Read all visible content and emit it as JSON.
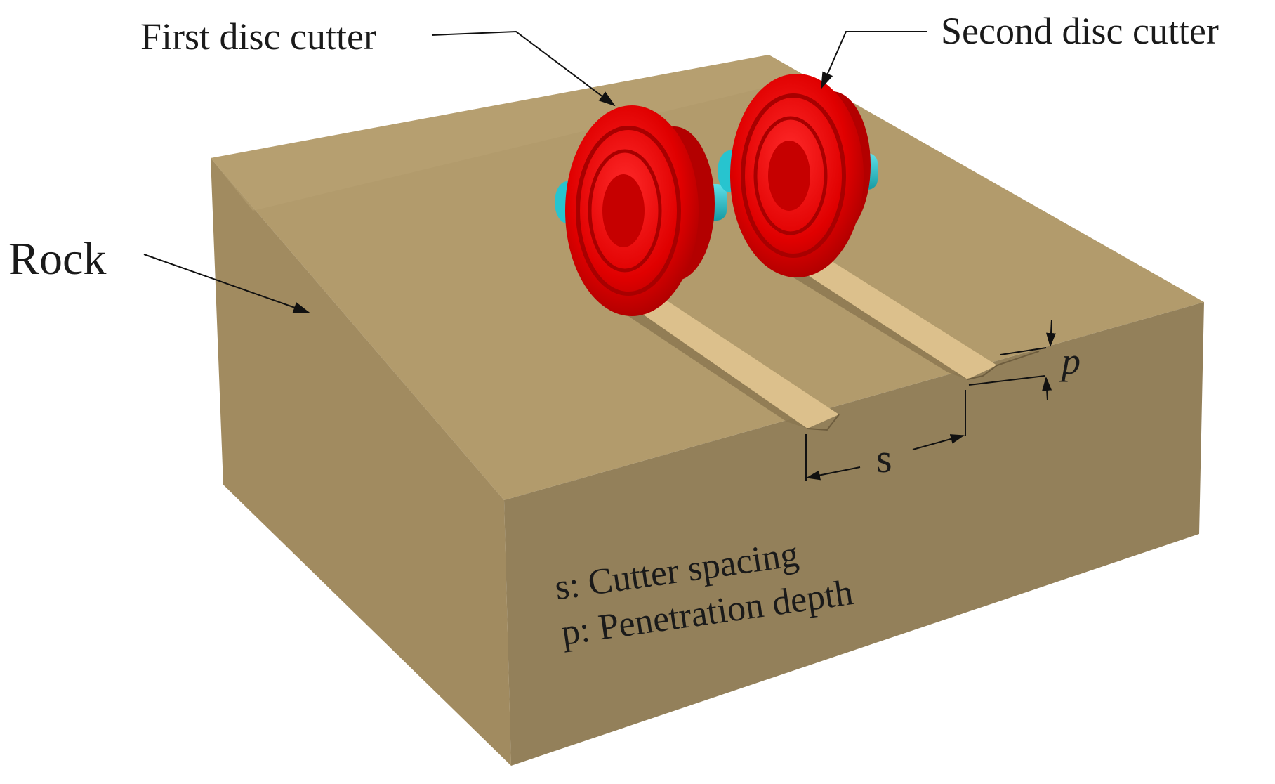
{
  "labels": {
    "first_cutter": "First disc cutter",
    "second_cutter": "Second disc cutter",
    "rock": "Rock",
    "spacing_symbol": "s",
    "penetration_symbol": "p"
  },
  "legend": {
    "line1": "s: Cutter spacing",
    "line2": "p: Penetration depth"
  },
  "colors": {
    "rock_top": "#b29b6c",
    "rock_front": "#a18b60",
    "rock_right": "#93805a",
    "groove_face": "#dcc08c",
    "disc_red": "#e00000",
    "disc_dark": "#a80000",
    "shaft_cyan": "#27c4cf"
  }
}
